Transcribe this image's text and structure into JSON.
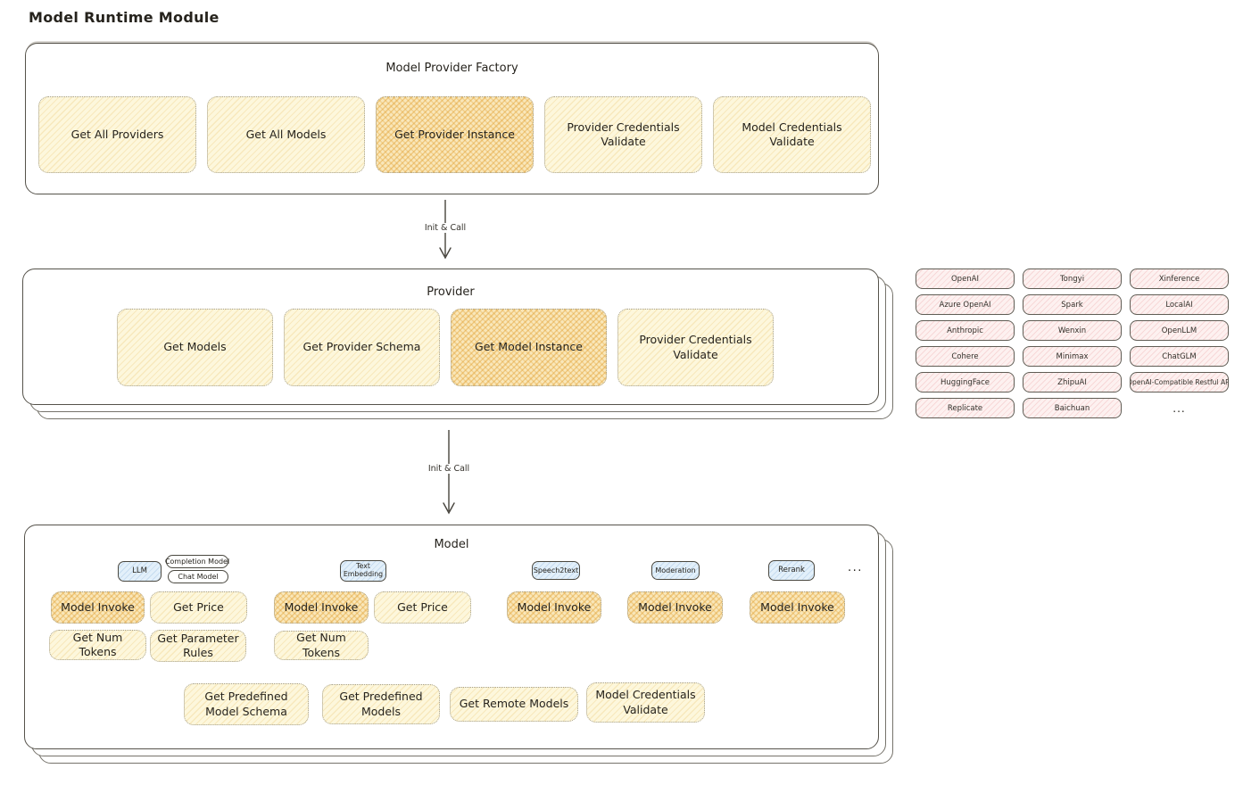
{
  "title": "Model Runtime Module",
  "colors": {
    "function_fill": "#fdf7dc",
    "function_hatch": "#e7c46a",
    "highlight_fill": "#f9e7ba",
    "highlight_hatch": "#e09e2c",
    "provider_chip_fill": "#fdf1f0",
    "provider_chip_hatch": "#e28080",
    "type_chip_fill": "#e3f0fa",
    "type_chip_hatch": "#6ea0d2",
    "stroke": "#56534b"
  },
  "arrows": [
    {
      "label": "Init & Call"
    },
    {
      "label": "Init & Call"
    }
  ],
  "factory": {
    "title": "Model Provider Factory",
    "buttons": [
      {
        "label": "Get All Providers",
        "highlight": false
      },
      {
        "label": "Get All Models",
        "highlight": false
      },
      {
        "label": "Get Provider Instance",
        "highlight": true
      },
      {
        "label": "Provider Credentials Validate",
        "highlight": false
      },
      {
        "label": "Model Credentials Validate",
        "highlight": false
      }
    ]
  },
  "provider": {
    "title": "Provider",
    "buttons": [
      {
        "label": "Get Models",
        "highlight": false
      },
      {
        "label": "Get Provider Schema",
        "highlight": false
      },
      {
        "label": "Get Model Instance",
        "highlight": true
      },
      {
        "label": "Provider Credentials Validate",
        "highlight": false
      }
    ]
  },
  "providers_panel": {
    "columns": [
      {
        "items": [
          "OpenAI",
          "Azure OpenAI",
          "Anthropic",
          "Cohere",
          "HuggingFace",
          "Replicate"
        ]
      },
      {
        "items": [
          "Tongyi",
          "Spark",
          "Wenxin",
          "Minimax",
          "ZhipuAI",
          "Baichuan"
        ]
      },
      {
        "items": [
          "Xinference",
          "LocalAI",
          "OpenLLM",
          "ChatGLM",
          "OpenAI-Compatible Restful API"
        ]
      }
    ],
    "more_label": "..."
  },
  "model": {
    "title": "Model",
    "more_label": "...",
    "llm": {
      "chip": "LLM",
      "sub_chips": [
        "Completion Model",
        "Chat Model"
      ],
      "buttons": [
        {
          "label": "Model Invoke",
          "highlight": true
        },
        {
          "label": "Get Price",
          "highlight": false
        },
        {
          "label": "Get Num Tokens",
          "highlight": false
        },
        {
          "label": "Get Parameter Rules",
          "highlight": false
        }
      ]
    },
    "text_embedding": {
      "chip": "Text Embedding",
      "buttons": [
        {
          "label": "Model Invoke",
          "highlight": true
        },
        {
          "label": "Get Price",
          "highlight": false
        },
        {
          "label": "Get Num Tokens",
          "highlight": false
        }
      ]
    },
    "speech2text": {
      "chip": "Speech2text",
      "buttons": [
        {
          "label": "Model Invoke",
          "highlight": true
        }
      ]
    },
    "moderation": {
      "chip": "Moderation",
      "buttons": [
        {
          "label": "Model Invoke",
          "highlight": true
        }
      ]
    },
    "rerank": {
      "chip": "Rerank",
      "buttons": [
        {
          "label": "Model Invoke",
          "highlight": true
        }
      ]
    },
    "shared_buttons": [
      {
        "label": "Get Predefined Model Schema"
      },
      {
        "label": "Get Predefined Models"
      },
      {
        "label": "Get Remote Models"
      },
      {
        "label": "Model Credentials Validate"
      }
    ]
  }
}
